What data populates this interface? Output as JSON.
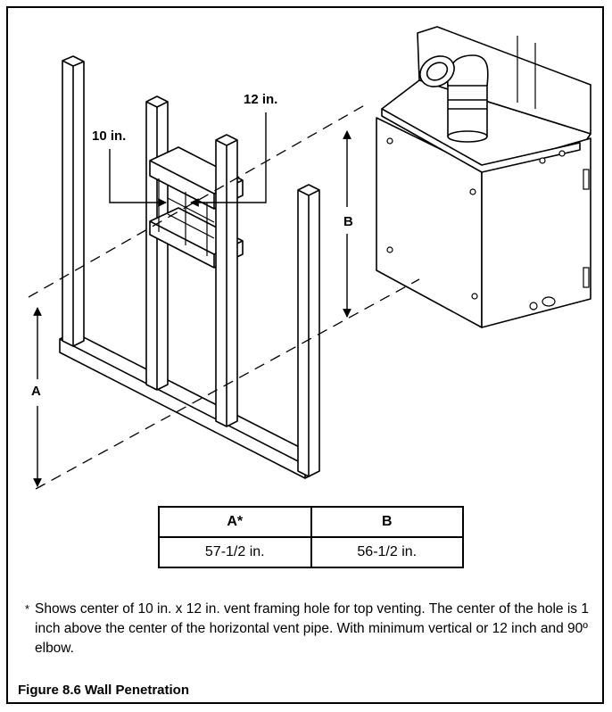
{
  "labels": {
    "dim_12": "12 in.",
    "dim_10": "10 in.",
    "dim_a": "A",
    "dim_b": "B"
  },
  "table": {
    "headers": [
      "A*",
      "B"
    ],
    "rows": [
      [
        "57-1/2 in.",
        "56-1/2 in."
      ]
    ]
  },
  "note": {
    "marker": "*",
    "text": "Shows center of 10 in. x 12 in. vent framing hole for top venting. The center of the hole is 1 inch above the center of the horizontal vent pipe. With minimum vertical or 12 inch and 90º elbow."
  },
  "caption": "Figure 8.6  Wall Penetration"
}
